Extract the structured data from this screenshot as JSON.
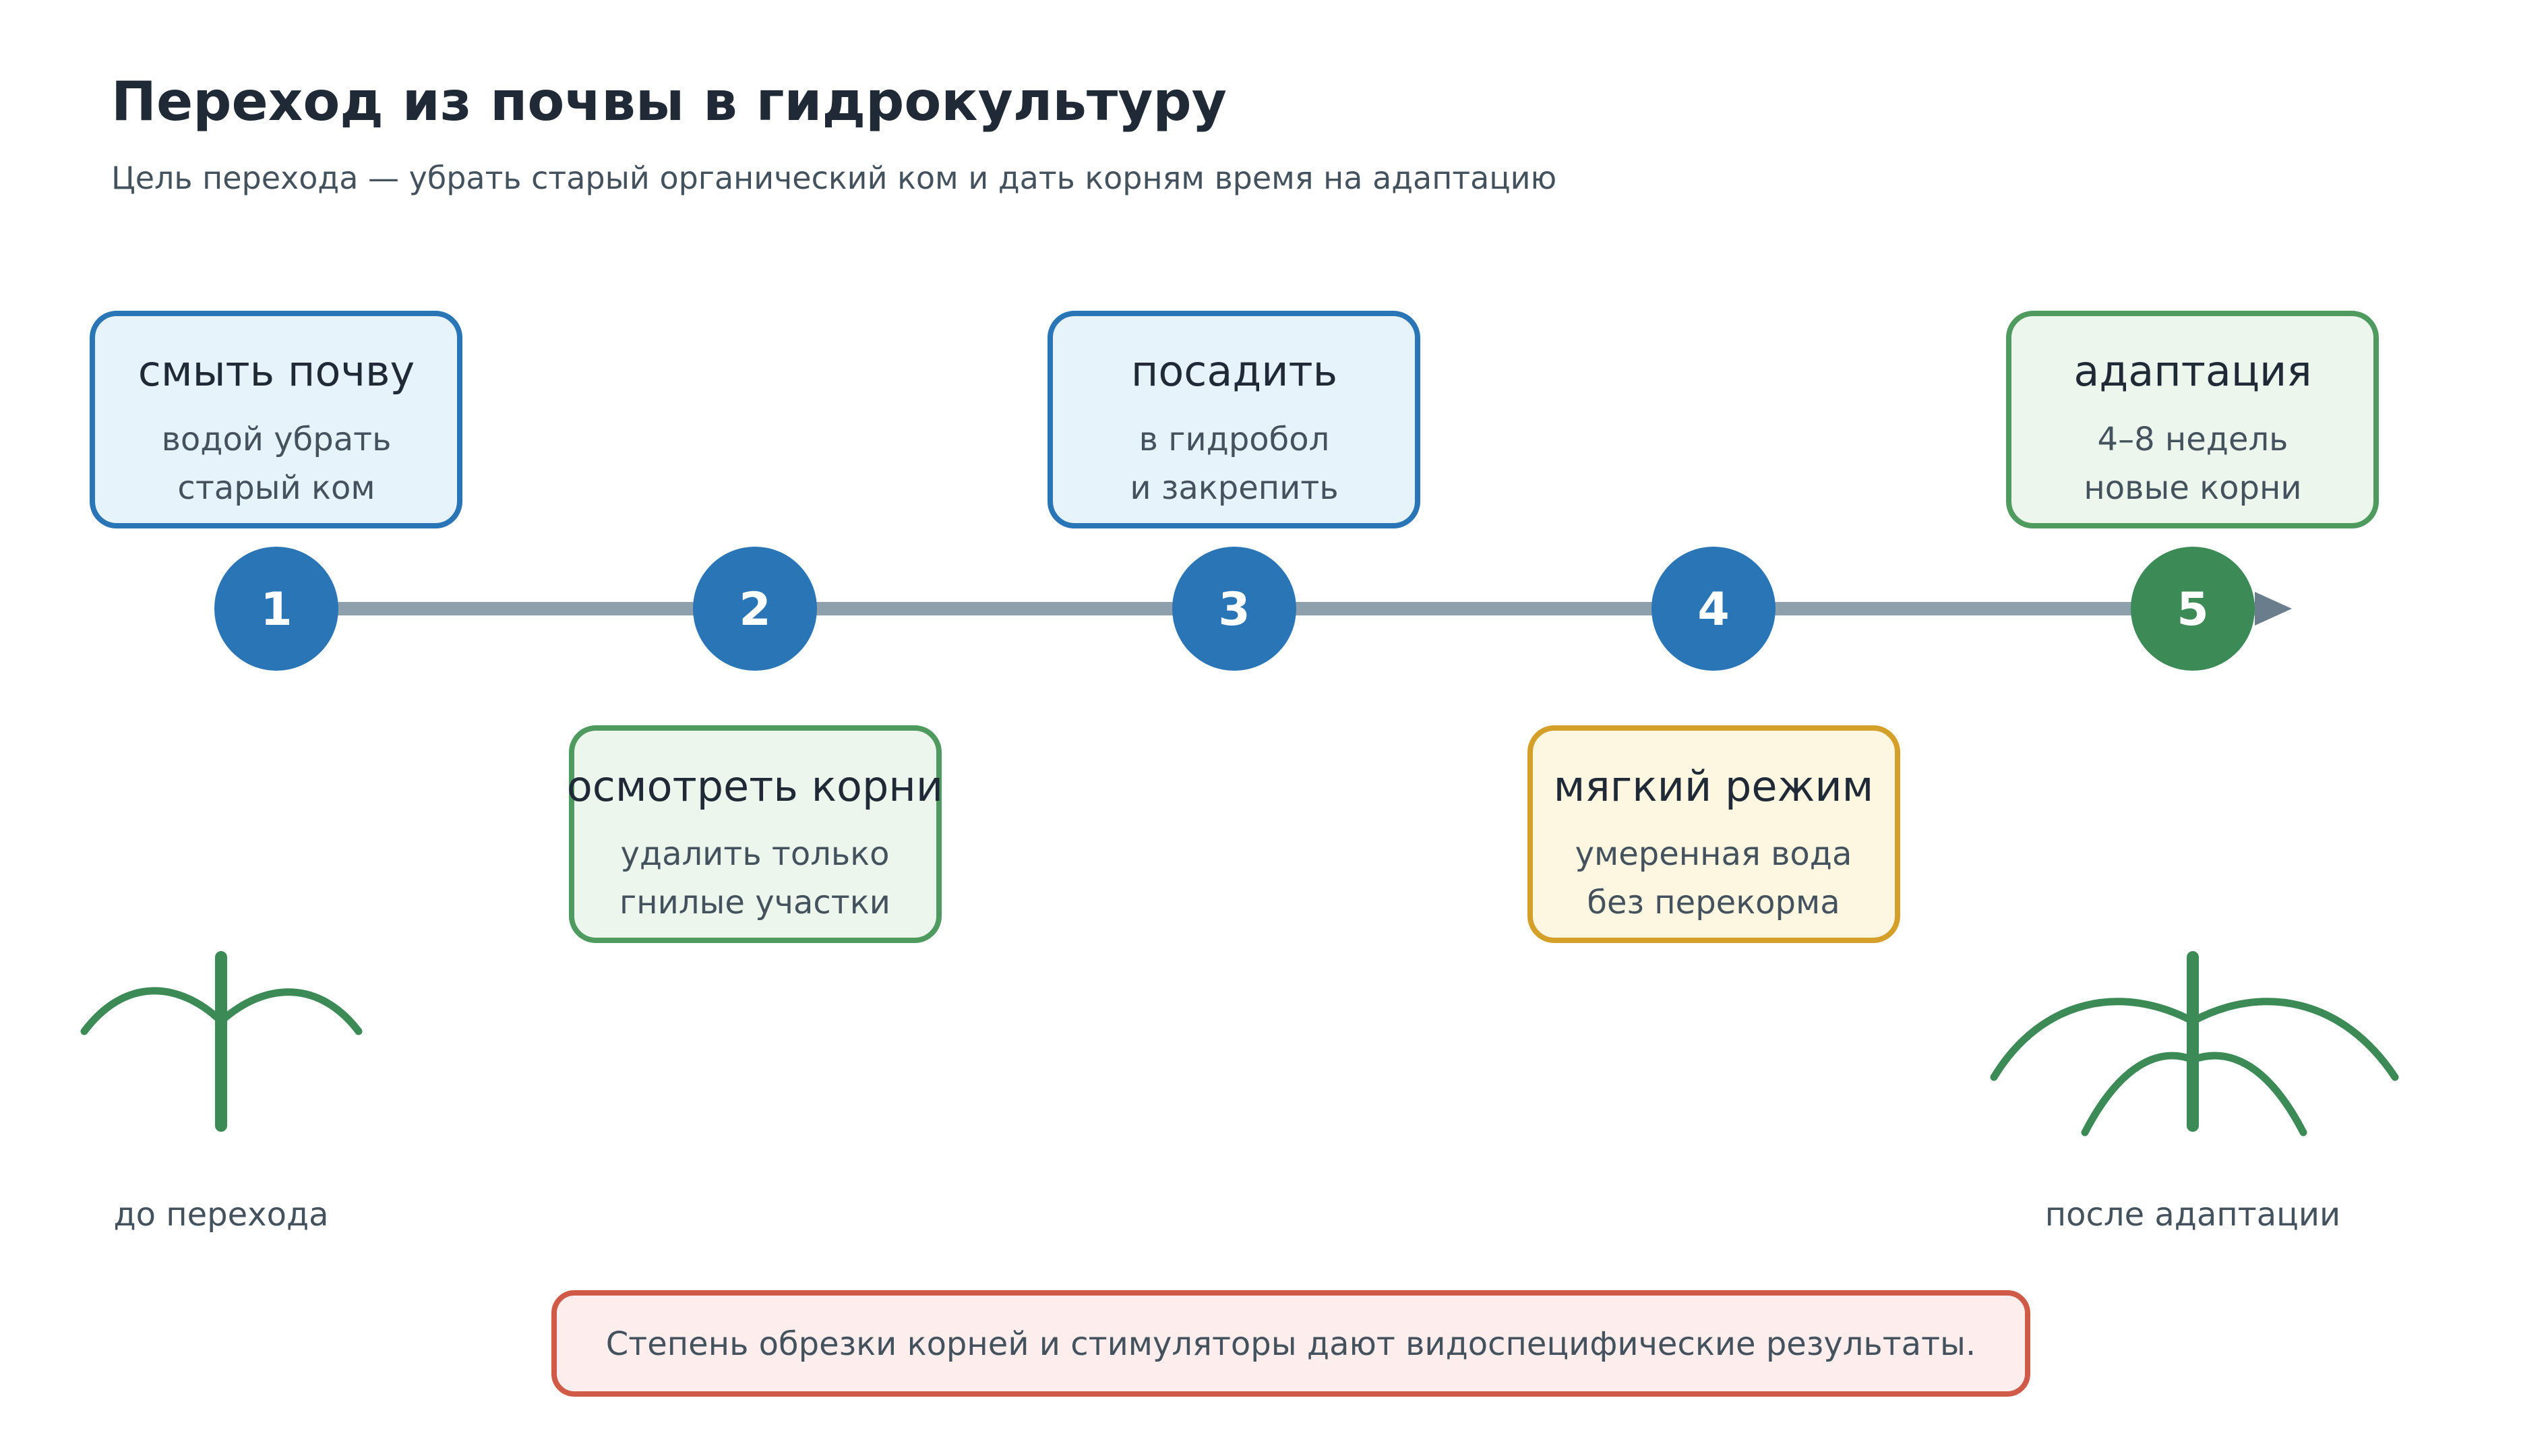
{
  "header": {
    "title": "Переход из почвы в гидрокультуру",
    "subtitle": "Цель перехода — убрать старый органический ком и дать корням время на адаптацию"
  },
  "steps": [
    {
      "number": "1",
      "title": "смыть почву",
      "line1": "водой убрать",
      "line2": "старый ком"
    },
    {
      "number": "2",
      "title": "осмотреть корни",
      "line1": "удалить только",
      "line2": "гнилые участки"
    },
    {
      "number": "3",
      "title": "посадить",
      "line1": "в гидробол",
      "line2": "и закрепить"
    },
    {
      "number": "4",
      "title": "мягкий режим",
      "line1": "умеренная вода",
      "line2": "без перекорма"
    },
    {
      "number": "5",
      "title": "адаптация",
      "line1": "4–8 недель",
      "line2": "новые корни"
    }
  ],
  "illustrations": {
    "before_label": "до перехода",
    "after_label": "после адаптации"
  },
  "footer": {
    "note": "Степень обрезки корней и стимуляторы дают видоспецифические результаты."
  },
  "colors": {
    "blue": "#2a75b6",
    "green": "#3c8a55",
    "amber": "#d4a02a",
    "red": "#d05a48",
    "axis": "#8fa0ad"
  }
}
